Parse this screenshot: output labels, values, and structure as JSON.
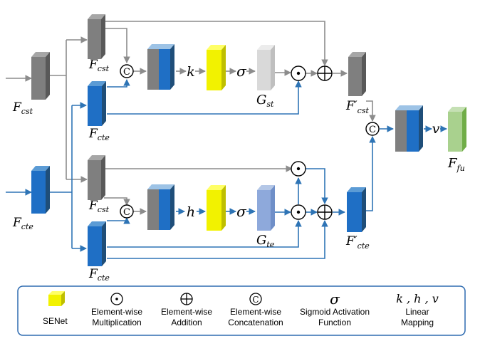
{
  "nodes": {
    "input_cst": {
      "main": "F",
      "sub": "cst"
    },
    "input_cte": {
      "main": "F",
      "sub": "cte"
    },
    "top_cst": {
      "main": "F",
      "sub": "cst"
    },
    "top_cte": {
      "main": "F",
      "sub": "cte"
    },
    "bot_cst": {
      "main": "F",
      "sub": "cst"
    },
    "bot_cte": {
      "main": "F",
      "sub": "cte"
    },
    "gate_st": {
      "main": "G",
      "sub": "st"
    },
    "gate_te": {
      "main": "G",
      "sub": "te"
    },
    "out_cst": {
      "main": "F′",
      "sub": "cst"
    },
    "out_cte": {
      "main": "F′",
      "sub": "cte"
    },
    "fused": {
      "main": "F",
      "sub": "fu"
    }
  },
  "ops": {
    "k": "k",
    "h": "h",
    "v": "v",
    "sigma": "σ",
    "concat": "C"
  },
  "legend": {
    "senet": "SENet",
    "mult": [
      "Element-wise",
      "Multiplication"
    ],
    "add": [
      "Element-wise",
      "Addition"
    ],
    "concat": [
      "Element-wise",
      "Concatenation"
    ],
    "sigmoid": [
      "Sigmoid Activation",
      "Function"
    ],
    "linear_symbols": "k , h , v",
    "linear": [
      "Linear",
      "Mapping"
    ]
  },
  "colors": {
    "gray_front": "#7f7f7f",
    "blue_front": "#1f6fc5",
    "yellow": "#f2f200",
    "light_gray": "#d9d9d9",
    "light_blue": "#8ea9db",
    "green": "#a9d18e",
    "gray_arrow": "#8c8c8c",
    "blue_arrow": "#2e74b5",
    "legend_border": "#2e6bb0"
  }
}
